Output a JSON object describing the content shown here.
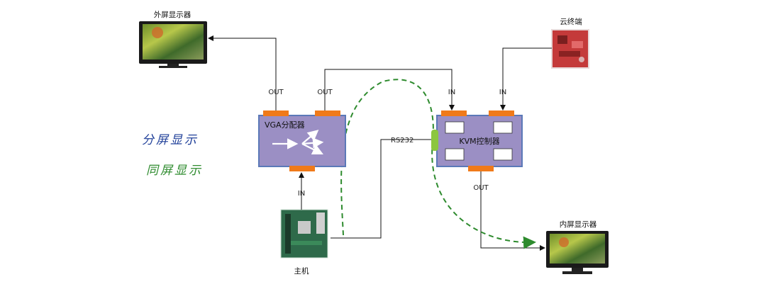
{
  "labels": {
    "external_monitor": "外屏显示器",
    "cloud_terminal": "云终端",
    "internal_monitor": "内屏显示器",
    "host": "主机",
    "vga_splitter": "VGA分配器",
    "kvm_controller": "KVM控制器",
    "rs232": "RS232",
    "out": "OUT",
    "in": "IN"
  },
  "legend": {
    "split_display": "分屏显示",
    "same_display": "同屏显示"
  },
  "colors": {
    "box_fill": "#9b8fc4",
    "box_border": "#5b79b8",
    "port": "#f07a1a",
    "rs232_port": "#8cc63f",
    "dashed_line": "#2e8b2e",
    "legend_split": "#1f3f99",
    "legend_same": "#2e8b2e"
  }
}
